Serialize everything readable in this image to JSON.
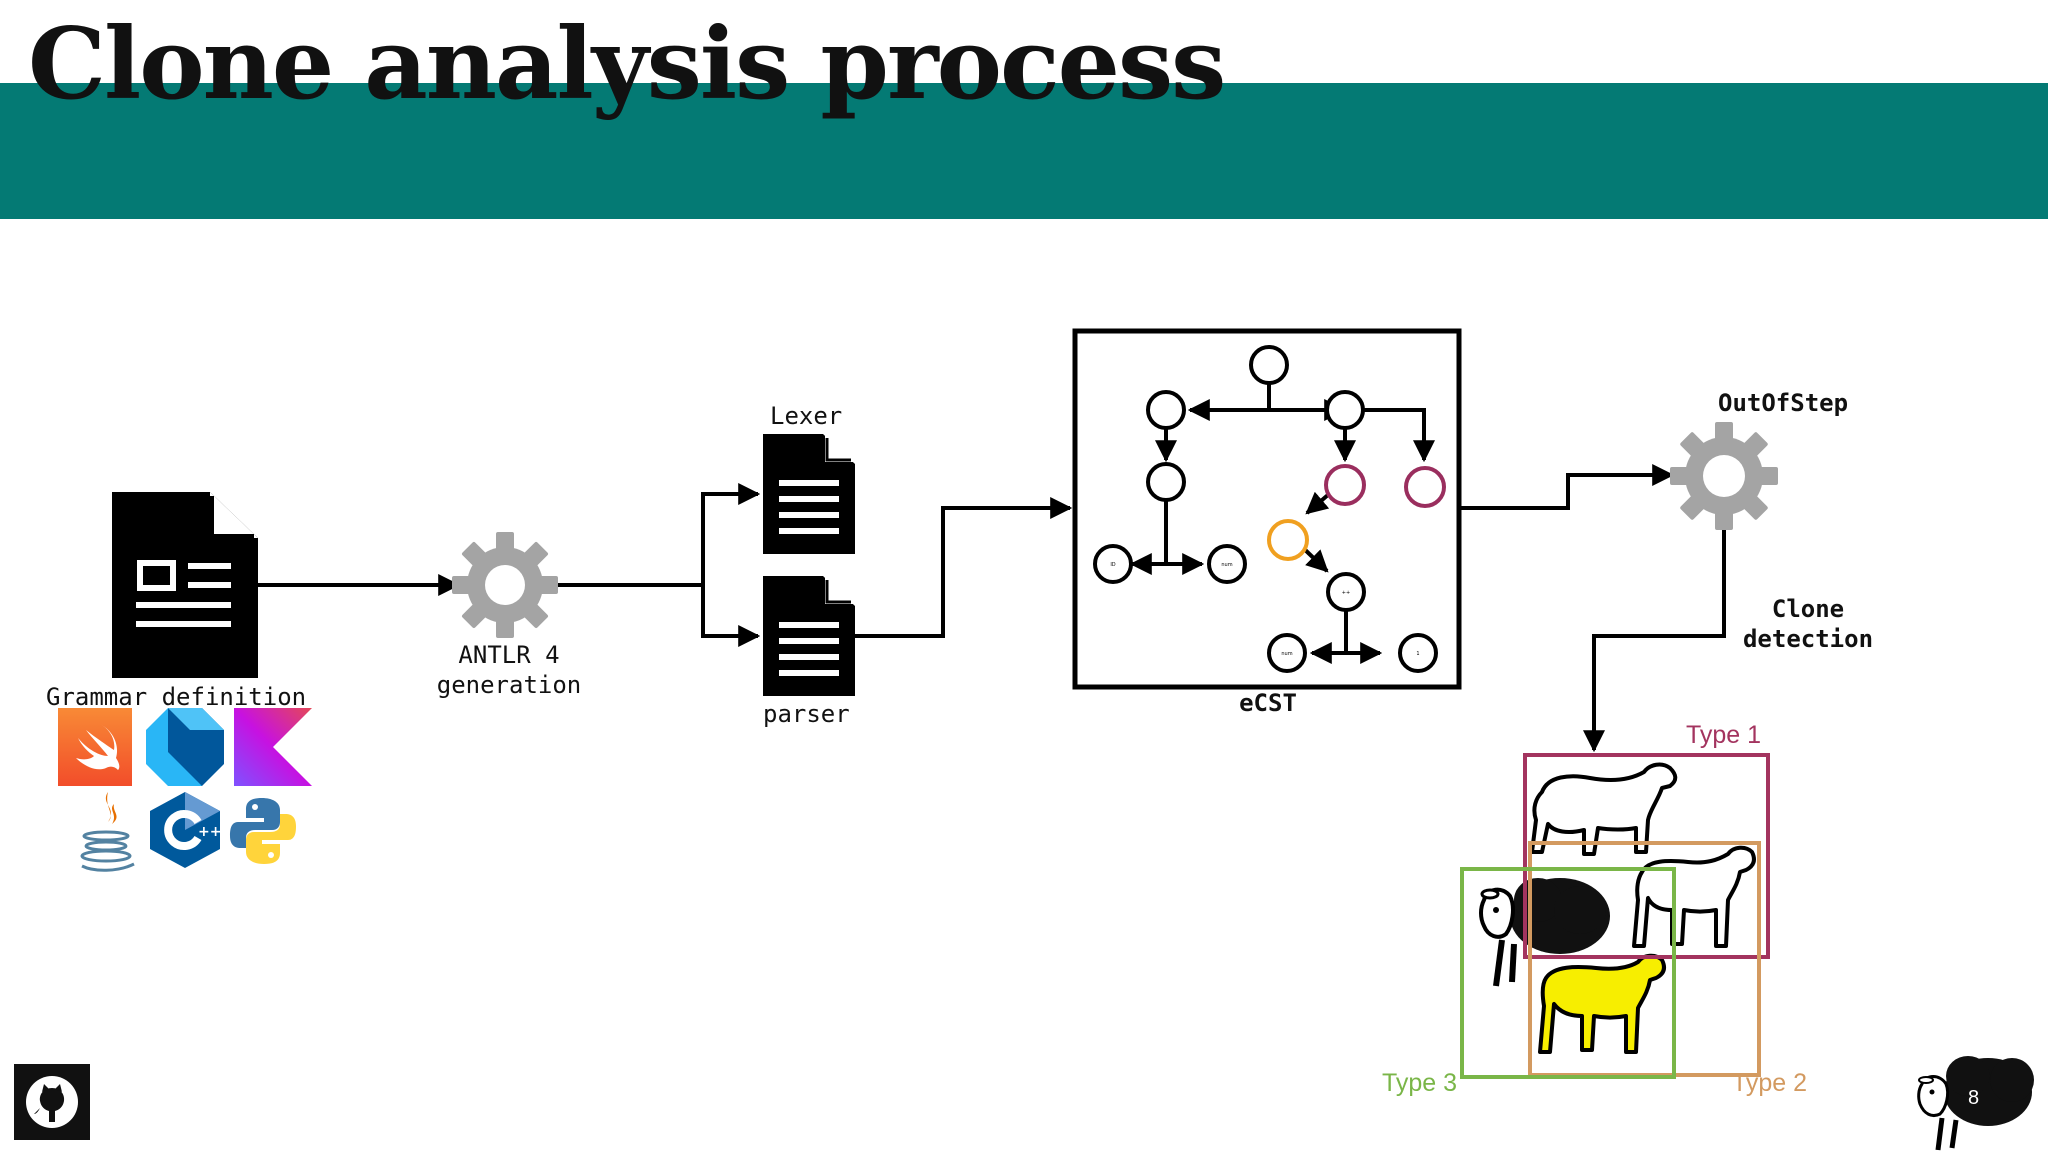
{
  "slide": {
    "title": "Clone analysis process",
    "page_number": "8"
  },
  "colors": {
    "band": "#047a74",
    "type1": "#a3345f",
    "type2": "#d39a60",
    "type3": "#7ab648",
    "leaf_purple": "#9a2e5e",
    "leaf_orange": "#f0a020",
    "gear": "#a4a4a4",
    "sheep_yellow": "#f7ee00"
  },
  "grammar": {
    "label": "Grammar definition",
    "language_icons": [
      "swift-icon",
      "dart-icon",
      "kotlin-icon",
      "java-icon",
      "cpp-icon",
      "python-icon"
    ]
  },
  "antlr": {
    "label_line1": "ANTLR 4",
    "label_line2": "generation"
  },
  "lexer": {
    "label": "Lexer"
  },
  "parser": {
    "label": "parser"
  },
  "ecst": {
    "label": "eCST",
    "small_node_labels": [
      "ID",
      "num",
      "++",
      "num",
      "1"
    ]
  },
  "outofstep": {
    "label": "OutOfStep"
  },
  "clone_detection": {
    "label_line1": "Clone",
    "label_line2": "detection"
  },
  "clone_types": {
    "type1": "Type 1",
    "type2": "Type 2",
    "type3": "Type 3"
  }
}
